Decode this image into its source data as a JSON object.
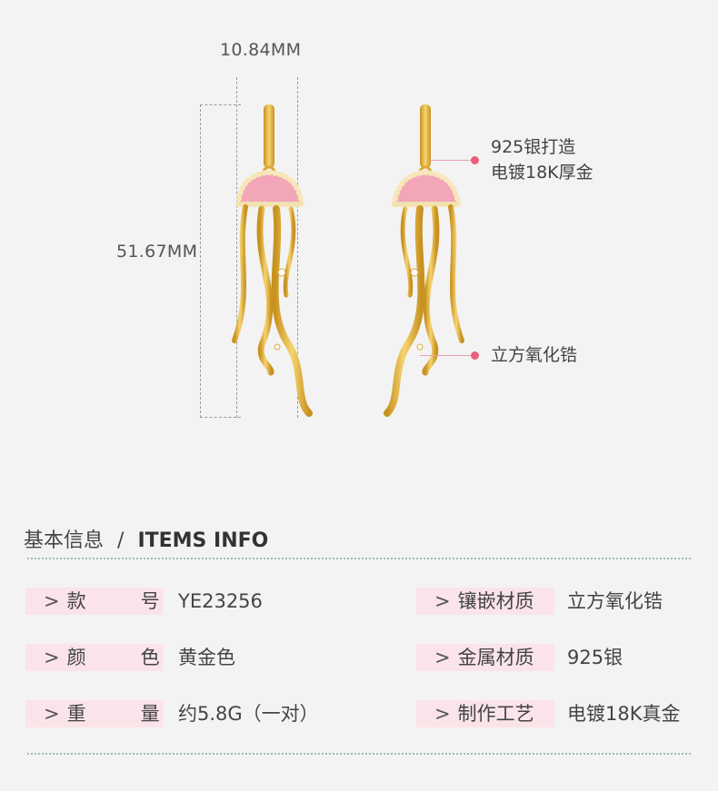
{
  "dimensions": {
    "width_label": "10.84MM",
    "length_label": "51.67MM"
  },
  "callouts": {
    "top_line1": "925银打造",
    "top_line2": "电镀18K厚金",
    "stone": "立方氧化锆"
  },
  "section": {
    "title_cn": "基本信息",
    "separator": "/",
    "title_en": "ITEMS INFO"
  },
  "specs": {
    "arrow": ">",
    "left": [
      {
        "label": [
          "款",
          "号"
        ],
        "value": "YE23256"
      },
      {
        "label": [
          "颜",
          "色"
        ],
        "value": "黄金色"
      },
      {
        "label": [
          "重",
          "量"
        ],
        "value": "约5.8G（一对）"
      }
    ],
    "right": [
      {
        "label": "镶嵌材质",
        "value": "立方氧化锆"
      },
      {
        "label": "金属材质",
        "value": "925银"
      },
      {
        "label": "制作工艺",
        "value": "电镀18K真金"
      }
    ]
  },
  "colors": {
    "background": "#f4f3f3",
    "gold": "#e2b43c",
    "pink_stone": "#f2a6b8",
    "accent_dot": "#e8607e",
    "label_bg": "#fbe4e9",
    "dotted_rule": "#9fb8bb"
  }
}
